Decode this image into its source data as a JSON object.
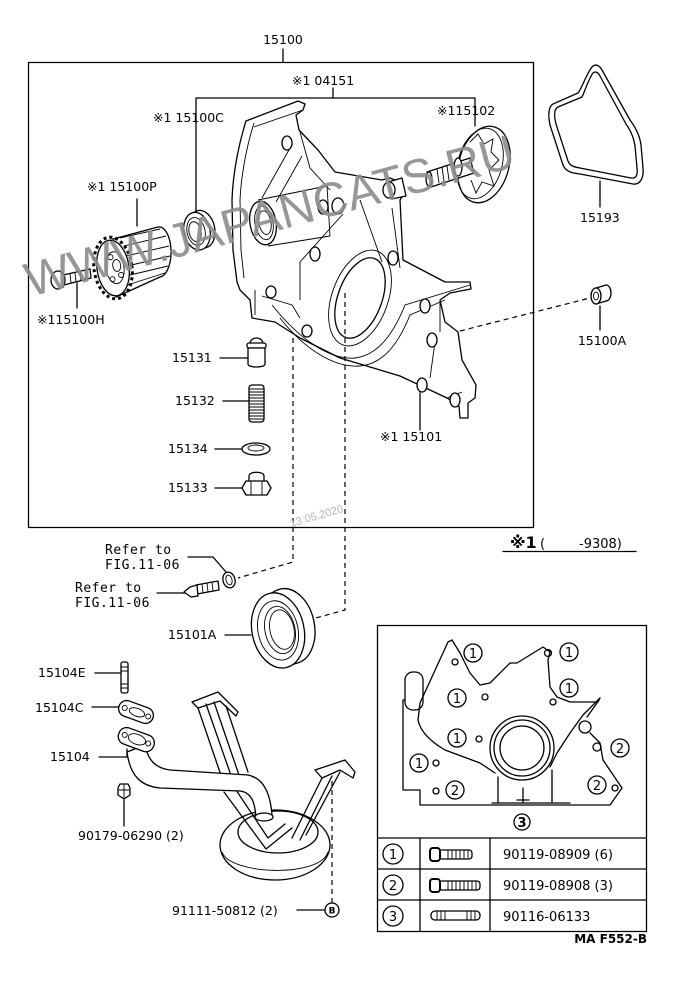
{
  "figure": {
    "code": "MA F552-B",
    "watermark": "WWW.JAPANCATS.RU",
    "date_stamp": "13.05.2020",
    "applicability_note": {
      "marker": "※1",
      "open": "(",
      "range_end": "-9308)"
    }
  },
  "callouts": [
    "15100",
    "※1 04151",
    "※1 15100C",
    "※115102",
    "※1 15100P",
    "※115100H",
    "15193",
    "15131",
    "15132",
    "15134",
    "15133",
    "15100A",
    "※1 15101",
    "15101A",
    "15104E",
    "15104C",
    "15104",
    "90179-06290 (2)",
    "91111-50812 (2)"
  ],
  "references": [
    {
      "line1": "Refer to",
      "line2": "FIG.11-06"
    },
    {
      "line1": "Refer to",
      "line2": "FIG.11-06"
    }
  ],
  "marker_b": "B",
  "inset": {
    "callouts": [
      "1",
      "1",
      "1",
      "1",
      "1",
      "1",
      "2",
      "2",
      "2",
      "3"
    ],
    "fastener_table": [
      {
        "key": "1",
        "part_no": "90119-08909 (6)"
      },
      {
        "key": "2",
        "part_no": "90119-08908 (3)"
      },
      {
        "key": "3",
        "part_no": "90116-06133"
      }
    ]
  },
  "colors": {
    "line": "#000000",
    "background": "#ffffff",
    "watermark": "#8c8c8c",
    "date_stamp": "#b4b4b4"
  }
}
